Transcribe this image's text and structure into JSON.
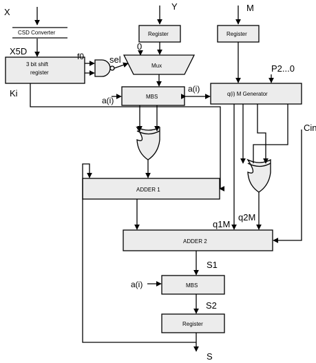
{
  "blocks": {
    "csd_converter": "CSD Converter",
    "shift_register_line1": "3 bit shift",
    "shift_register_line2": "register",
    "register_y": "Register",
    "register_m": "Register",
    "mux": "Mux",
    "mbs_top": "MBS",
    "generator": "q(i) M Generator",
    "adder1": "ADDER 1",
    "adder2": "ADDER 2",
    "mbs_bottom": "MBS",
    "register_out": "Register"
  },
  "signals": {
    "x": "X",
    "y": "Y",
    "m": "M",
    "x5d": "X5D",
    "f0": "f0",
    "zero": "0",
    "sel": "sel",
    "p": "P2...0",
    "ki": "Ki",
    "a_left_top": "a(i)",
    "a_right_top": "a(i)",
    "cin": "Cin",
    "q1m": "q1M",
    "q2m": "q2M",
    "s1": "S1",
    "a_bottom": "a(i)",
    "s2": "S2",
    "s": "S"
  },
  "colors": {
    "block_fill": "#ececec",
    "line": "#000000"
  }
}
